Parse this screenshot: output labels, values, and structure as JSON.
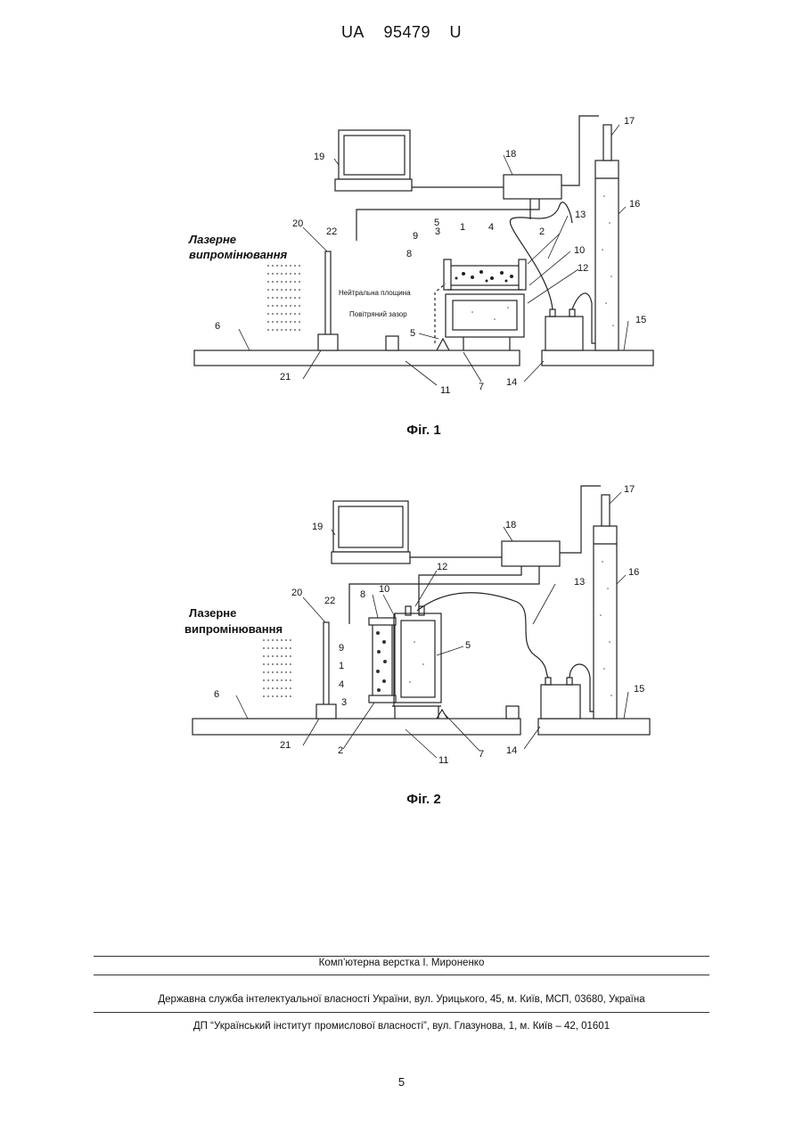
{
  "header": {
    "office": "UA",
    "number": "95479",
    "kind": "U"
  },
  "fig1": {
    "caption": "Фіг. 1",
    "laser_line1": "Лазерне",
    "laser_line2": "випромінювання",
    "neutral_plane": "Нейтральна площина",
    "air_gap": "Повітряний зазор",
    "labels": {
      "l1": "1",
      "l2": "2",
      "l3": "3",
      "l4": "4",
      "l5a": "5",
      "l5b": "5",
      "l6": "6",
      "l7": "7",
      "l8": "8",
      "l9": "9",
      "l10": "10",
      "l11": "11",
      "l12": "12",
      "l13": "13",
      "l14": "14",
      "l15": "15",
      "l16": "16",
      "l17": "17",
      "l18": "18",
      "l19": "19",
      "l20": "20",
      "l21": "21",
      "l22": "22"
    }
  },
  "fig2": {
    "caption": "Фіг. 2",
    "laser_line1": "Лазерне",
    "laser_line2": "випромінювання",
    "labels": {
      "l1": "1",
      "l2": "2",
      "l3": "3",
      "l4": "4",
      "l5": "5",
      "l6": "6",
      "l7": "7",
      "l8": "8",
      "l9": "9",
      "l10": "10",
      "l11": "11",
      "l12": "12",
      "l13": "13",
      "l14": "14",
      "l15": "15",
      "l16": "16",
      "l17": "17",
      "l18": "18",
      "l19": "19",
      "l20": "20",
      "l21": "21",
      "l22": "22"
    }
  },
  "footer": {
    "layout_credit": "Комп’ютерна верстка І. Мироненко",
    "agency": "Державна служба інтелектуальної власності України, вул. Урицького, 45, м. Київ, МСП, 03680, Україна",
    "institute": "ДП “Український інститут промислової власності”, вул. Глазунова, 1, м. Київ – 42, 01601",
    "page_number": "5"
  }
}
